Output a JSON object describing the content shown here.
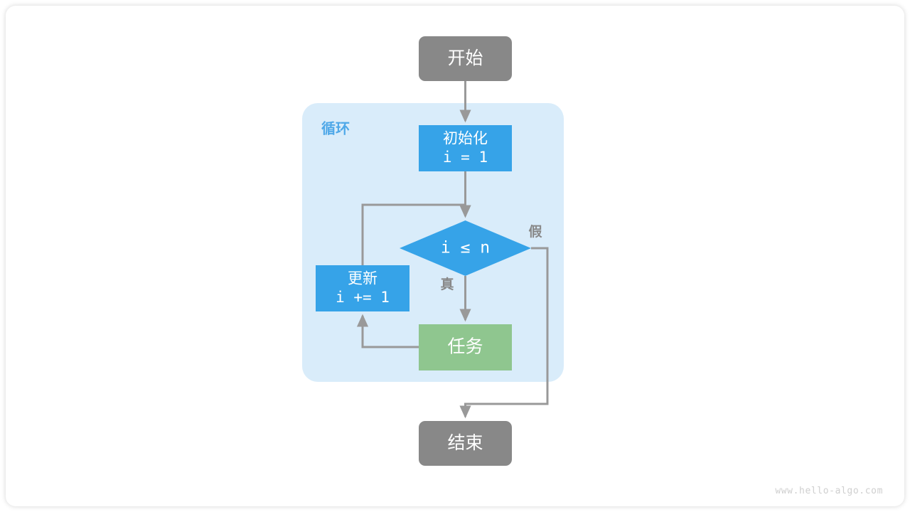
{
  "diagram": {
    "title": "for-loop-flowchart",
    "colors": {
      "terminal": "#888888",
      "process_blue": "#36a3e8",
      "task_green": "#8fc68f",
      "loop_fill": "#d9ecfa",
      "loop_label": "#4fa8e8",
      "edge": "#999999",
      "node_text": "#ffffff",
      "edge_text": "#888888",
      "background": "#ffffff"
    },
    "loop_container": {
      "label": "循环"
    },
    "nodes": {
      "start": {
        "label": "开始",
        "shape": "rounded-rect",
        "fill": "#888888"
      },
      "init": {
        "line1": "初始化",
        "line2": "i = 1",
        "shape": "rect",
        "fill": "#36a3e8"
      },
      "condition": {
        "label": "i ≤ n",
        "shape": "diamond",
        "fill": "#36a3e8"
      },
      "update": {
        "line1": "更新",
        "line2": "i += 1",
        "shape": "rect",
        "fill": "#36a3e8"
      },
      "task": {
        "label": "任务",
        "shape": "rect",
        "fill": "#8fc68f"
      },
      "end": {
        "label": "结束",
        "shape": "rounded-rect",
        "fill": "#888888"
      }
    },
    "edge_labels": {
      "true_branch": "真",
      "false_branch": "假"
    }
  },
  "watermark": {
    "text": "www.hello-algo.com"
  }
}
